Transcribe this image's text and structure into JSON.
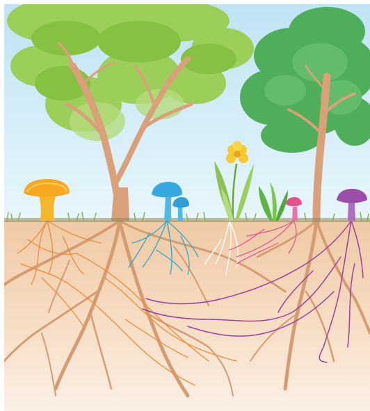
{
  "scene": {
    "subject": "forest-floor-mycorrhizal-network",
    "elements": [
      "tree",
      "tree",
      "mushroom",
      "mushroom",
      "mushroom",
      "mushroom",
      "flower",
      "plant"
    ]
  },
  "colors": {
    "sky_top": "#bfe3f4",
    "sky_bottom": "#e3f4fb",
    "soil_top": "#efc9a4",
    "soil_bottom": "#fbeee2",
    "grass": "#7fae4a",
    "trunk": "#d9a07a",
    "canopy_light": "#8cc63f",
    "canopy_dark": "#4bae58",
    "mushroom_orange": "#f6b324",
    "mushroom_blue": "#3aaee0",
    "mushroom_pink": "#e4508f",
    "mushroom_purple": "#9b4fa8",
    "flower_yellow": "#f7d33a",
    "root_tree": "#d59c72",
    "hyphae_orange": "#f08a34",
    "hyphae_blue": "#2aa7c9",
    "hyphae_pink": "#e4508f",
    "hyphae_purple": "#9b3fa0",
    "roots_white": "#ffffff"
  }
}
